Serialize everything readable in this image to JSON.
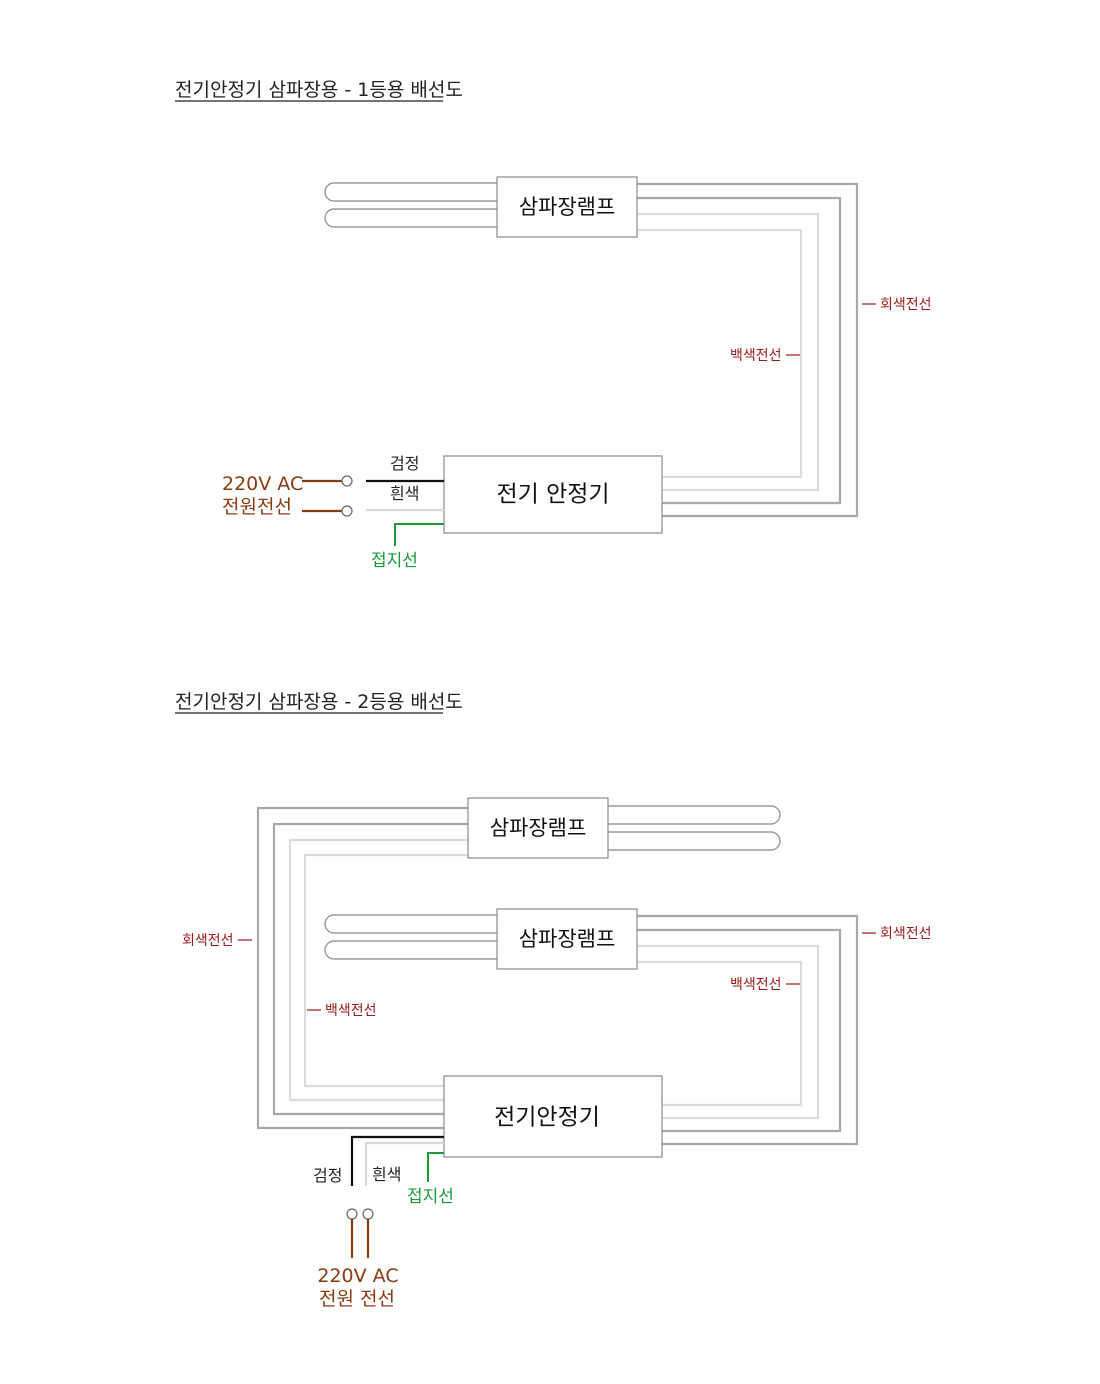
{
  "diagram1": {
    "title": "전기안정기 삼파장용 - 1등용 배선도",
    "lamp_label": "삼파장램프",
    "ballast_label": "전기 안정기",
    "gray_wire_label": "회색전선",
    "white_wire_label": "백색전선",
    "black_label": "검정",
    "white_label": "흰색",
    "ground_label": "접지선",
    "power_line1": "220V AC",
    "power_line2": "전원전선"
  },
  "diagram2": {
    "title": "전기안정기 삼파장용 - 2등용 배선도",
    "lamp1_label": "삼파장램프",
    "lamp2_label": "삼파장램프",
    "ballast_label": "전기안정기",
    "gray_wire_left_label": "회색전선",
    "white_wire_left_label": "백색전선",
    "gray_wire_right_label": "회색전선",
    "white_wire_right_label": "백색전선",
    "black_label": "검정",
    "white_label": "흰색",
    "ground_label": "접지선",
    "power_line1": "220V AC",
    "power_line2": "전원 전선"
  },
  "colors": {
    "gray_wire": "#a9a9a9",
    "white_wire": "#dcdcdc",
    "red_label": "#9a1b1b",
    "power_label": "#8a3a10",
    "ground_wire": "#1a9a3a",
    "black_wire": "#111111"
  }
}
